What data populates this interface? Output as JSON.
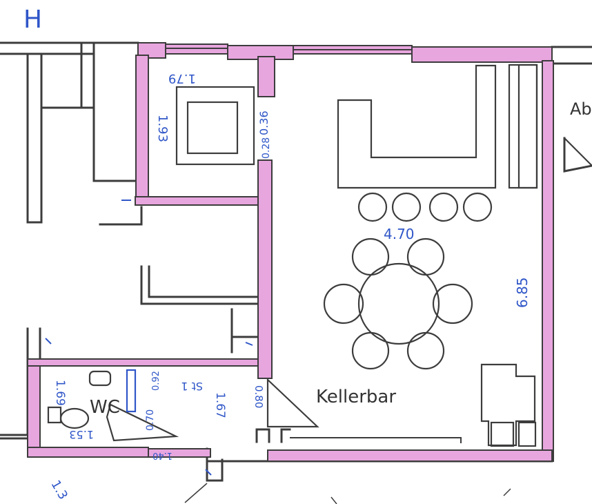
{
  "colors": {
    "wall": "#3c3c3c",
    "pink_wall": "#e8a6df",
    "dimension_ink": "#2f56c8",
    "paper": "#ffffff"
  },
  "labels": {
    "room_main": "Kellerbar",
    "room_wc": "WC",
    "room_right_partial": "Ab",
    "corner_mark": "H"
  },
  "dimensions": {
    "top_small_room_width": "1.79",
    "small_room_height": "1.93",
    "wall_segment": "0.36",
    "wall_segment_b": "0.28",
    "bar_width": "4.70",
    "bar_height": "6.85",
    "stairs_mark": "St 1",
    "hall_width": "1.67",
    "door_width": "0.80",
    "wc_height": "1.69",
    "wc_width": "1.53",
    "wc_door": "0.70",
    "wc_gap": "0.92",
    "bottom_mark": "1.40",
    "bottom_left": "1.3"
  }
}
